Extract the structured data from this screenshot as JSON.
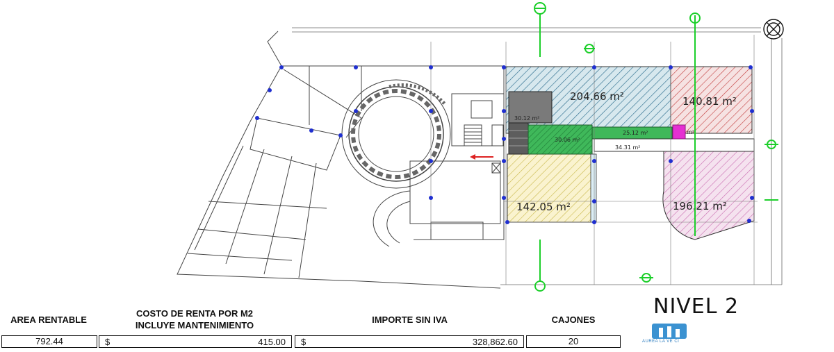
{
  "plan": {
    "areas": [
      {
        "id": "204",
        "label": "204.66 m²",
        "color": "#2d6e8e"
      },
      {
        "id": "140",
        "label": "140.81 m²",
        "color": "#c23a3a"
      },
      {
        "id": "142",
        "label": "142.05 m²",
        "color": "#c9b84a"
      },
      {
        "id": "196",
        "label": "196.21 m²",
        "color": "#c96bb0"
      }
    ],
    "small_areas": {
      "a30_12": "30.12 m²",
      "a25_12": "25.12 m²",
      "a30_06": "30.06 m²",
      "a34_31": "34.31 m²",
      "a_magenta": "m²"
    },
    "level_title": "NIVEL 2",
    "logo_text": "AUREA LA VE CI"
  },
  "table": {
    "headers": {
      "area": "AREA RENTABLE",
      "cost_line1": "COSTO DE RENTA POR M2",
      "cost_line2": "INCLUYE MANTENIMIENTO",
      "importe": "IMPORTE SIN IVA",
      "cajones": "CAJONES"
    },
    "row": {
      "area": "792.44",
      "cost_currency": "$",
      "cost": "415.00",
      "importe_currency": "$",
      "importe": "328,862.60",
      "cajones": "20"
    }
  },
  "colors": {
    "line": "#555555",
    "axis_green": "#1ccf2a",
    "node_blue": "#1f2fd0",
    "stair_red": "#d22"
  }
}
